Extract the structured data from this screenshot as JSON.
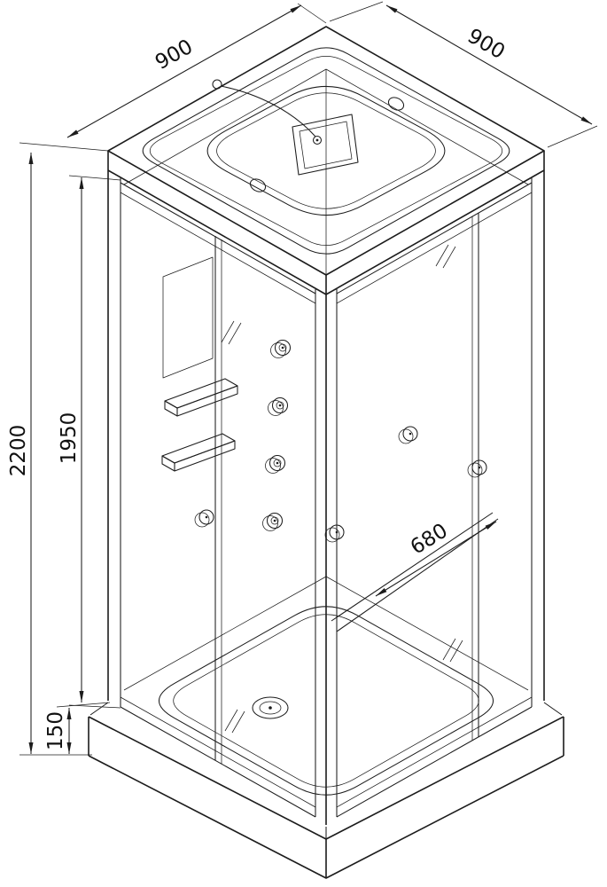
{
  "colors": {
    "line": "#1c1c1c",
    "background": "#ffffff"
  },
  "dimensions": {
    "width_left": "900",
    "width_right": "900",
    "height_total": "2200",
    "height_cabin": "1950",
    "base_height": "150",
    "door_diagonal": "680"
  }
}
